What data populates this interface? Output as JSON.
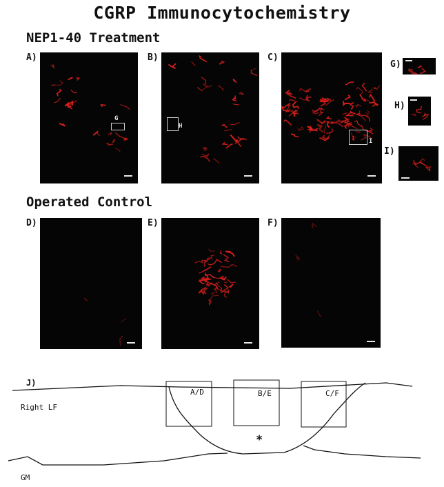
{
  "title": "CGRP Immunocytochemistry",
  "sections": {
    "treatment": "NEP1-40 Treatment",
    "control": "Operated Control"
  },
  "panels": {
    "A": {
      "label": "A)",
      "inset": "G"
    },
    "B": {
      "label": "B)",
      "inset": "H"
    },
    "C": {
      "label": "C)",
      "inset": "I"
    },
    "D": {
      "label": "D)"
    },
    "E": {
      "label": "E)"
    },
    "F": {
      "label": "F)"
    },
    "G": {
      "label": "G)"
    },
    "H": {
      "label": "H)"
    },
    "I": {
      "label": "I)"
    }
  },
  "diagram": {
    "label": "J)",
    "right_lf": "Right LF",
    "gm": "GM",
    "box_ad": "A/D",
    "box_be": "B/E",
    "box_cf": "C/F",
    "marker": "*"
  },
  "colors": {
    "stain": "#e0201c",
    "panel_bg": "#050505",
    "scalebar": "#e8e8e8"
  }
}
